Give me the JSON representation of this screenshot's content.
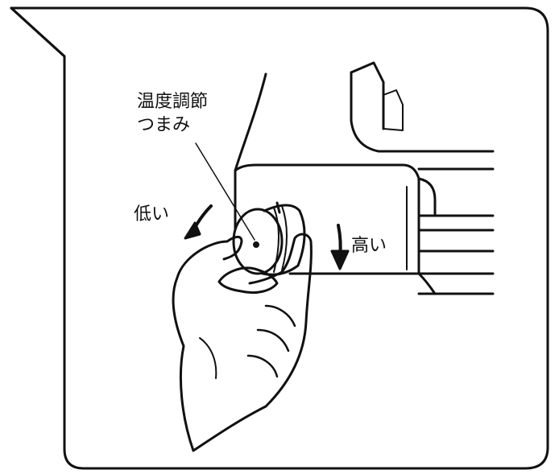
{
  "labels": {
    "knob_title_line1": "温度調節",
    "knob_title_line2": "つまみ",
    "low": "低い",
    "high": "高い"
  },
  "colors": {
    "ink": "#111111",
    "paper": "#ffffff"
  },
  "icons": {
    "low_direction": "curved-arrow-down-left-icon",
    "high_direction": "arrow-down-icon"
  }
}
